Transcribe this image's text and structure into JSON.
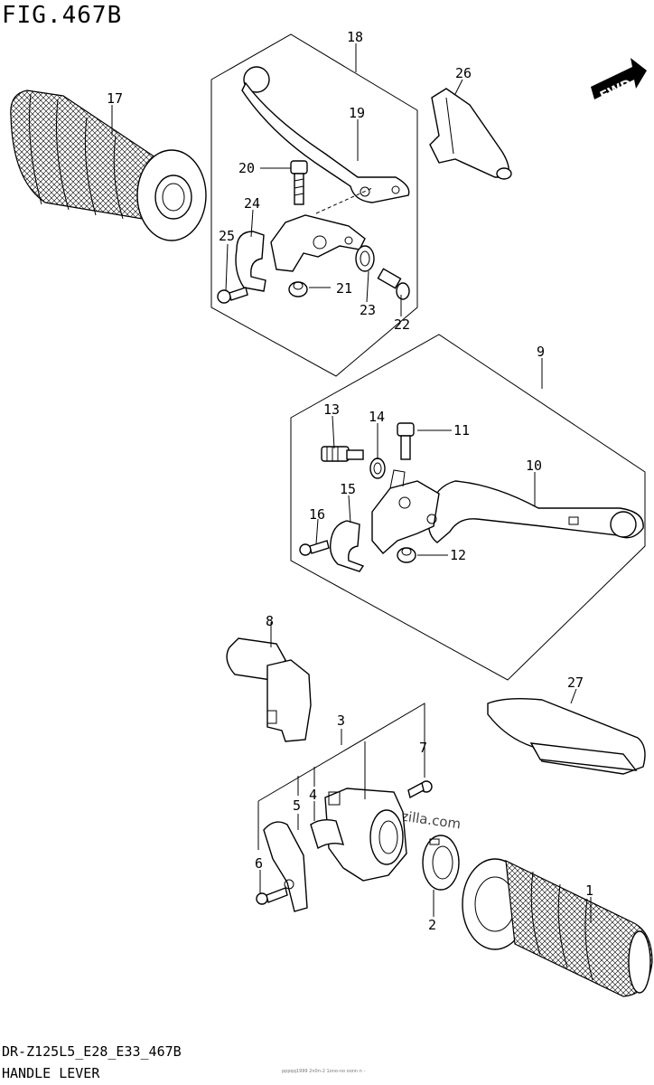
{
  "figure": {
    "title": "FIG.467B",
    "code": "DR-Z125L5_E28_E33_467B",
    "name": "HANDLE LEVER",
    "fine_print": "pppqq1999 2n0n-2 1ono-no oonn n -",
    "watermark": "zilla.com"
  },
  "fwd_label": "FWD",
  "callouts": {
    "c1": "1",
    "c2": "2",
    "c3": "3",
    "c4": "4",
    "c5": "5",
    "c6": "6",
    "c7": "7",
    "c8": "8",
    "c9": "9",
    "c10": "10",
    "c11": "11",
    "c12": "12",
    "c13": "13",
    "c14": "14",
    "c15": "15",
    "c16": "16",
    "c17": "17",
    "c18": "18",
    "c19": "19",
    "c20": "20",
    "c21": "21",
    "c22": "22",
    "c23": "23",
    "c24": "24",
    "c25": "25",
    "c26": "26",
    "c27": "27"
  }
}
